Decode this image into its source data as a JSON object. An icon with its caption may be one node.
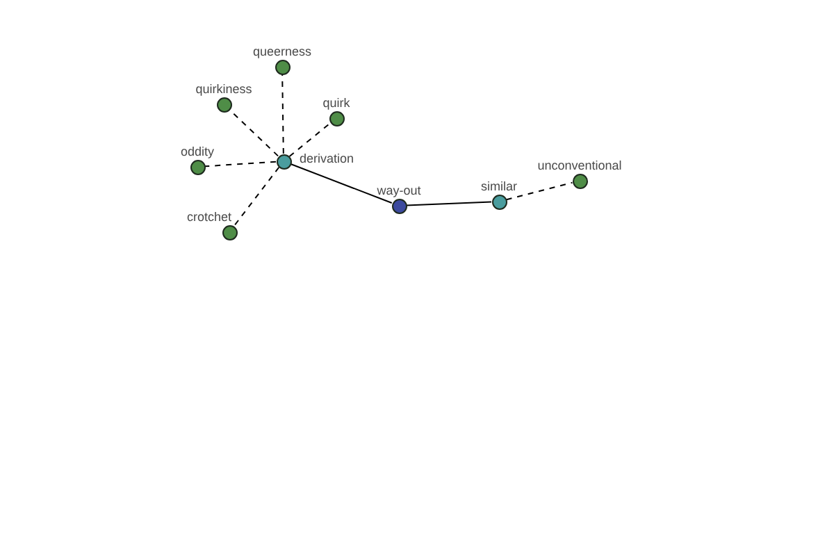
{
  "diagram": {
    "nodes": [
      {
        "text": [
          "queerness"
        ]
      },
      {
        "text": [
          "quirkiness"
        ]
      },
      {
        "text": [
          "quirk"
        ]
      },
      {
        "text": [
          "oddity"
        ]
      },
      {
        "text": [
          "derivation"
        ]
      },
      {
        "text": [
          "crotchet"
        ]
      },
      {
        "text": [
          "way-out"
        ]
      },
      {
        "text": [
          "similar"
        ]
      },
      {
        "text": [
          "unconventional"
        ]
      }
    ],
    "edges": [
      {
        "from": 4,
        "to": 0,
        "arrow": "none",
        "style": "dashed"
      },
      {
        "from": 4,
        "to": 1,
        "arrow": "none",
        "style": "dashed"
      },
      {
        "from": 4,
        "to": 2,
        "arrow": "none",
        "style": "dashed"
      },
      {
        "from": 4,
        "to": 3,
        "arrow": "none",
        "style": "dashed"
      },
      {
        "from": 4,
        "to": 5,
        "arrow": "none",
        "style": "dashed"
      },
      {
        "from": 4,
        "to": 6,
        "arrow": "none"
      },
      {
        "from": 6,
        "to": 7,
        "arrow": "none"
      },
      {
        "from": 7,
        "to": 8,
        "arrow": "none",
        "style": "dashed"
      }
    ]
  }
}
